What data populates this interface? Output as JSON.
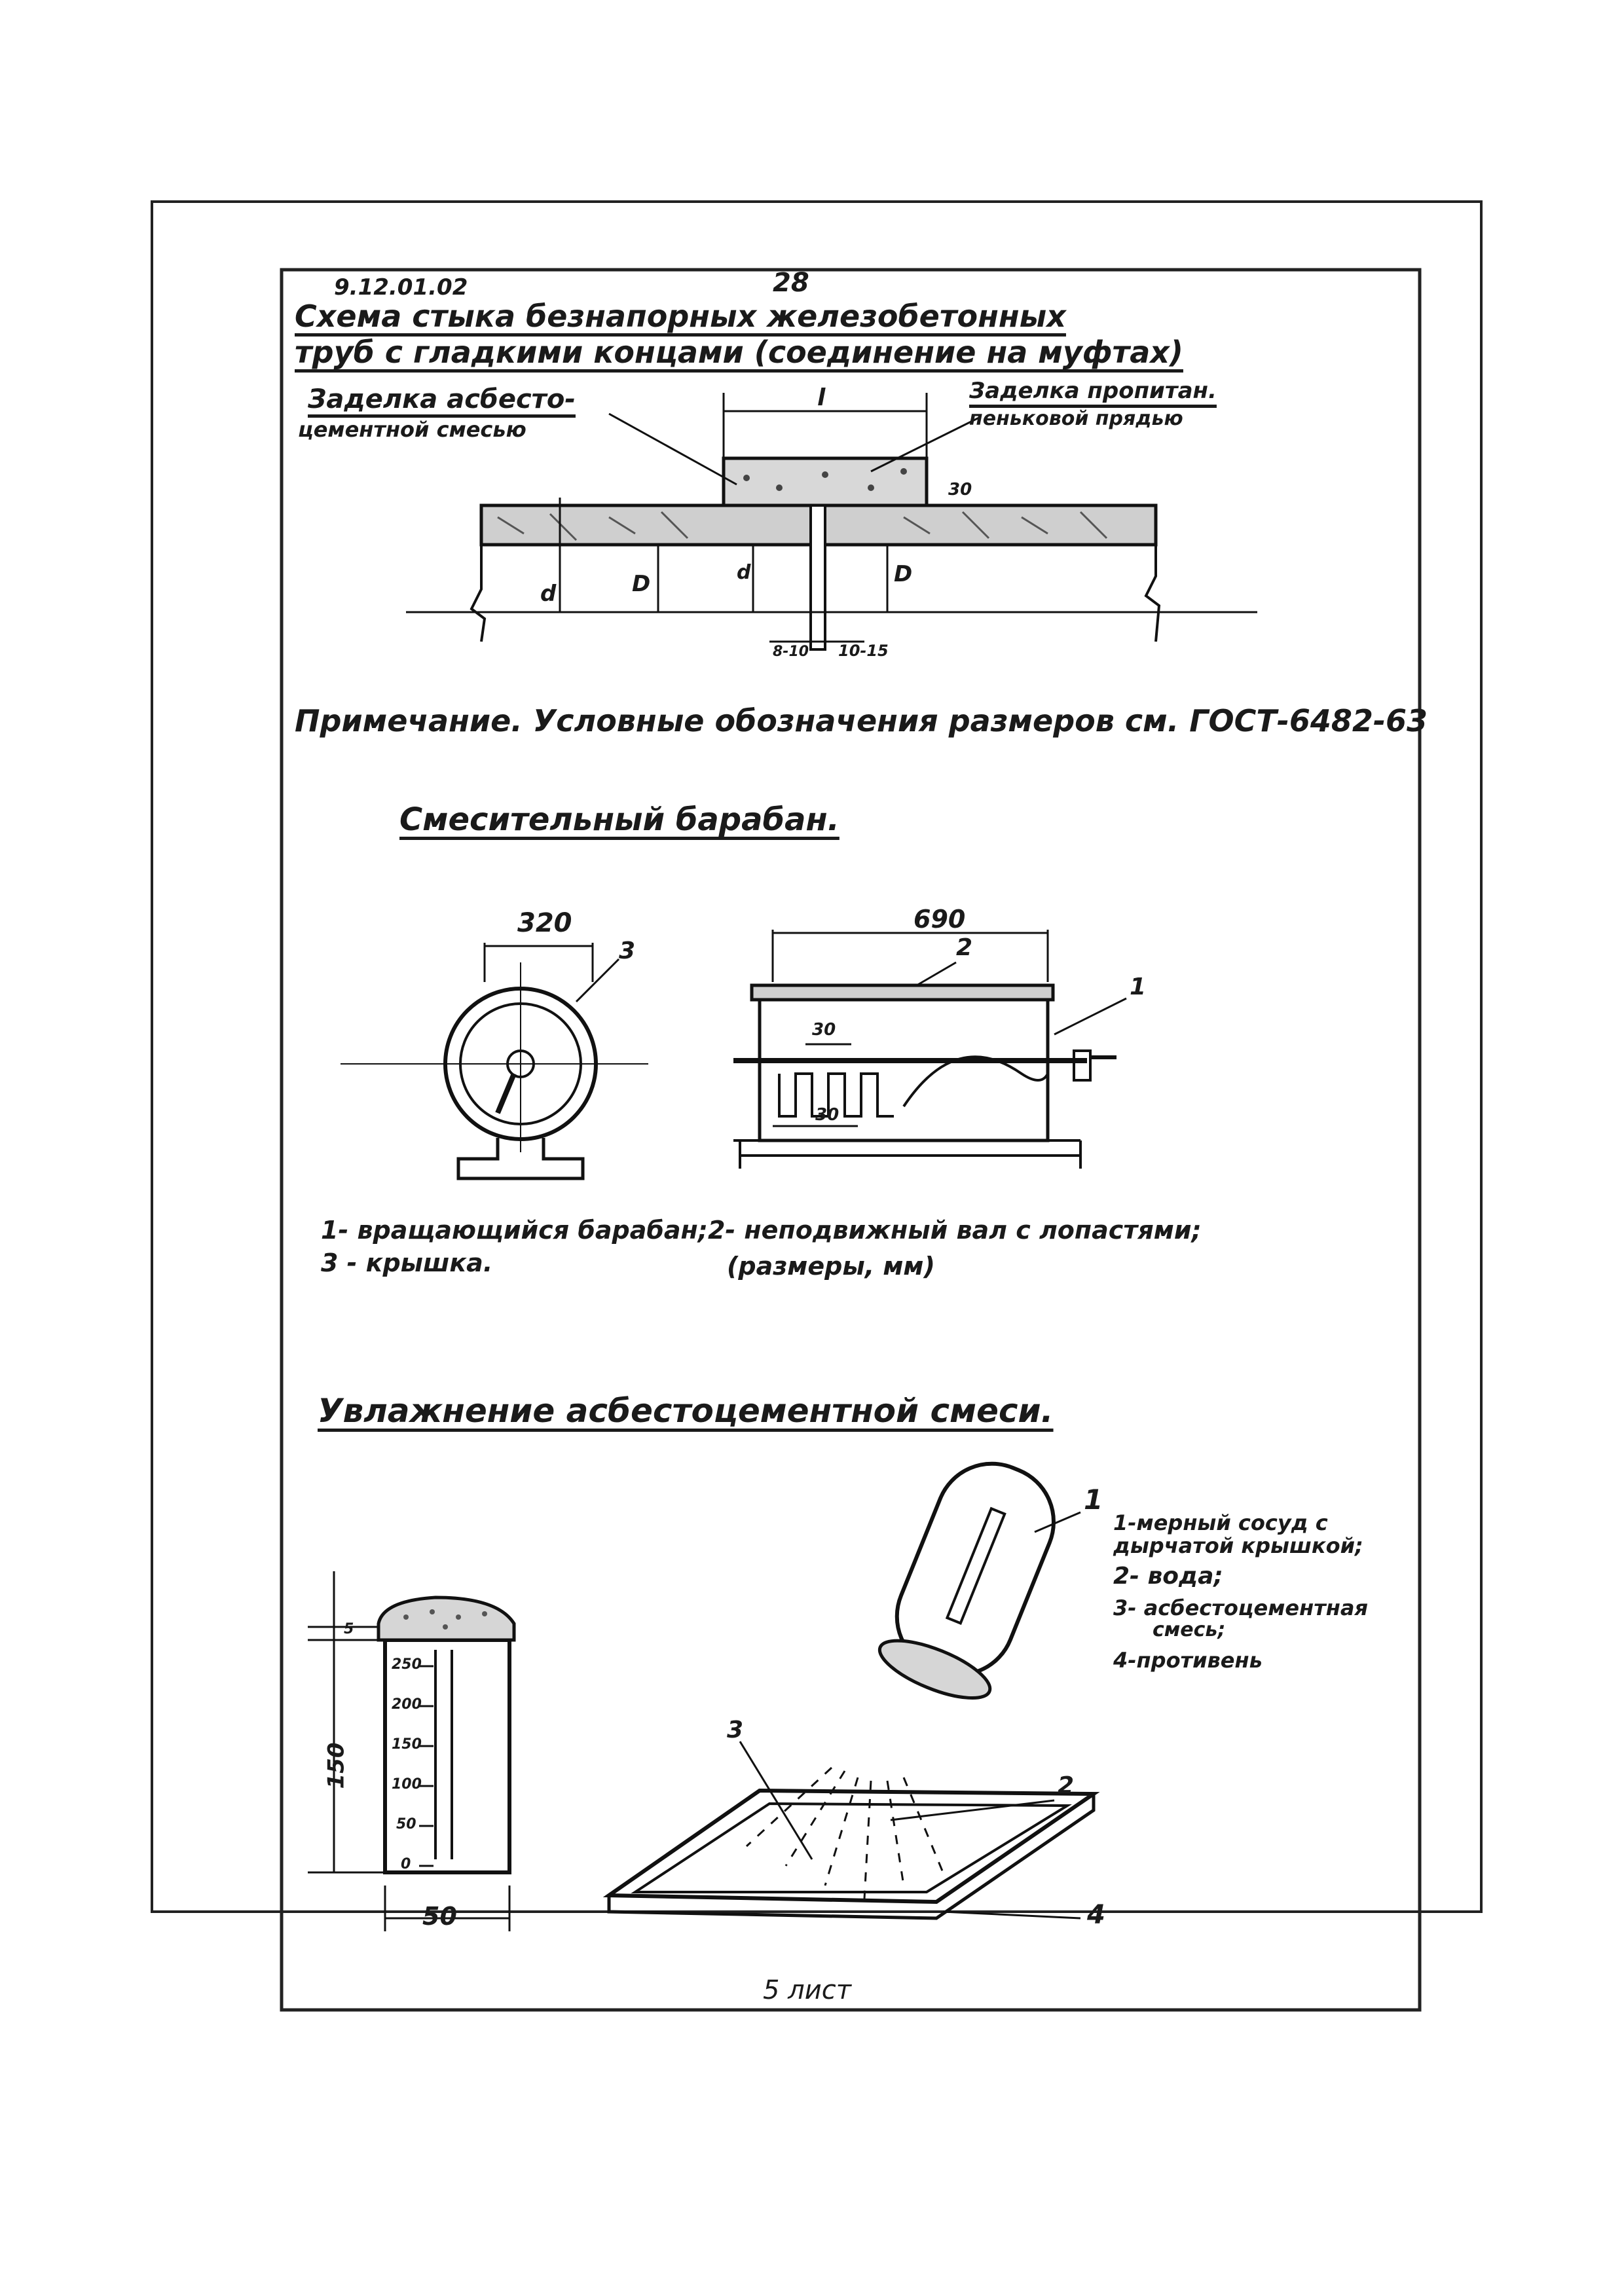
{
  "header": {
    "code": "9.12.01.02",
    "page_number": "28",
    "title_line1": "Схема стыка безнапорных железобетонных",
    "title_line2": "труб с гладкими концами (соединение на муфтах)"
  },
  "joint": {
    "label_left_1": "Заделка асбесто-",
    "label_left_2": "цементной смесью",
    "label_right_1": "Заделка пропитан.",
    "label_right_2": "пеньковой прядью",
    "dim_l": "l",
    "dim_30": "30",
    "dim_d": "d",
    "dim_D": "D",
    "dim_d1": "d",
    "dim_D1": "D",
    "dim_gap_left": "8-10",
    "dim_gap_right": "10-15"
  },
  "note": "Примечание. Условные обозначения размеров см. ГОСТ-6482-63",
  "drum_section": {
    "title": "Смесительный барабан.",
    "dim_320": "320",
    "dim_690": "690",
    "dim_30_top": "30",
    "dim_30_bottom": "30",
    "callout_3": "3",
    "callout_2": "2",
    "callout_1": "1",
    "legend_line1": "1- вращающийся барабан;2- неподвижный вал с лопастями;",
    "legend_line2a": "3 - крышка.",
    "legend_line2b": "(размеры, мм)"
  },
  "moisten_section": {
    "title": "Увлажнение асбестоцементной смеси.",
    "legend": [
      "1-мерный сосуд с",
      "дырчатой крышкой;",
      "2- вода;",
      "3- асбестоцементная",
      "смесь;",
      "4-противень"
    ],
    "dim_150": "150",
    "dim_50": "50",
    "dim_small": "5",
    "scale_ticks": [
      "250",
      "200",
      "150",
      "100",
      "50",
      "0"
    ],
    "callout_1": "1",
    "callout_2": "2",
    "callout_3": "3",
    "callout_4": "4"
  },
  "footer": {
    "sheet": "5 лист"
  }
}
